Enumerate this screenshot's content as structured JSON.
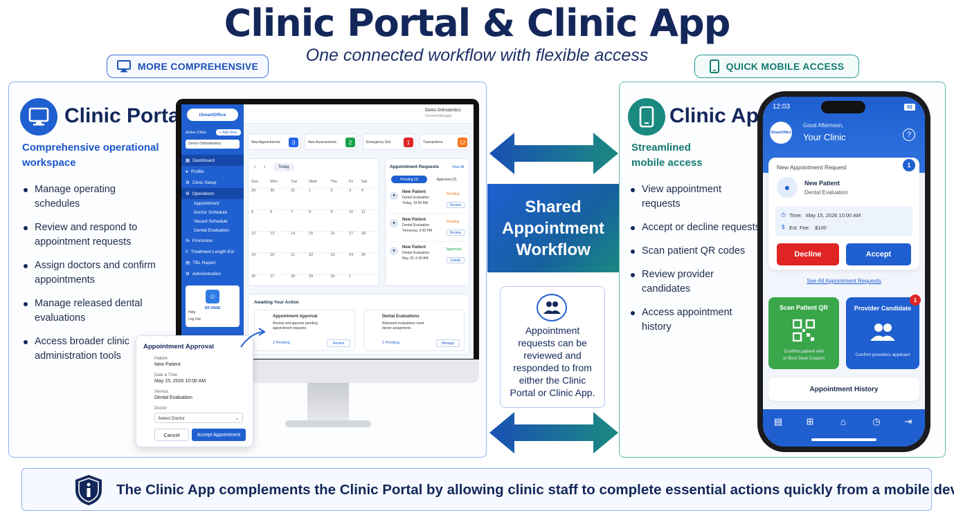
{
  "header": {
    "title": "Clinic Portal & Clinic App",
    "subtitle": "One connected workflow with flexible access",
    "left_pill": "MORE COMPREHENSIVE",
    "right_pill": "QUICK MOBILE ACCESS"
  },
  "portal": {
    "title": "Clinic Portal",
    "subtitle_line1": "Comprehensive operational",
    "subtitle_line2": "workspace",
    "bullets": [
      [
        "Manage operating schedules",
        ""
      ],
      [
        "Review and respond to",
        "appointment requests"
      ],
      [
        "Assign doctors and confirm",
        "appointments"
      ],
      [
        "Manage released dental",
        "evaluations"
      ],
      [
        "Access broader clinic",
        "administration tools"
      ]
    ]
  },
  "desktop": {
    "logo": "iSmartOffice",
    "active_clinic_label": "Active Clinic",
    "add_clinic": "+ Add clinic",
    "clinic_name": "Demo Orthodontics",
    "user_name": "Demo Orthodontics",
    "user_role": "General Manager",
    "nav": [
      "Dashboard",
      "Profile",
      "Clinic Setup",
      "Operations",
      "Appointment",
      "Doctor Schedule",
      "Vacant Schedule",
      "Dental Evaluation",
      "Promotion",
      "Treatment Length Est",
      "TBL Report",
      "Administration"
    ],
    "profile_name": "DR ANNE",
    "help": "Help",
    "logout": "Log Out",
    "stats": [
      {
        "label": "New Appointments",
        "value": "3",
        "color": "#2563eb"
      },
      {
        "label": "New Assessments",
        "value": "2",
        "color": "#16a34a"
      },
      {
        "label": "Emergency Slot",
        "value": "1",
        "color": "#dc2626"
      },
      {
        "label": "Transactions",
        "value": "12",
        "color": "#f97316"
      }
    ],
    "today": "Today",
    "weekdays": [
      "Sun",
      "Mon",
      "Tue",
      "Wed",
      "Thu",
      "Fri",
      "Sat"
    ],
    "calendar": [
      [
        "29",
        "30",
        "31",
        "1",
        "2",
        "3",
        "4"
      ],
      [
        "5",
        "6",
        "7",
        "8",
        "9",
        "10",
        "11"
      ],
      [
        "12",
        "13",
        "14",
        "15",
        "16",
        "17",
        "18"
      ],
      [
        "19",
        "20",
        "21",
        "22",
        "23",
        "24",
        "25"
      ],
      [
        "26",
        "27",
        "28",
        "29",
        "30",
        "1",
        ""
      ]
    ],
    "requests_title": "Appointment Requests",
    "view_all": "View All",
    "pending_tab": "Pending (3)",
    "approved_tab": "Approved (2)",
    "requests": [
      {
        "name": "New Patient",
        "service": "Dental Evaluation",
        "time": "Today, 10:00 AM",
        "status": "Pending",
        "action": "Review"
      },
      {
        "name": "New Patient",
        "service": "Dental Evaluation",
        "time": "Tomorrow, 2:00 PM",
        "status": "Pending",
        "action": "Review"
      },
      {
        "name": "New Patient",
        "service": "Dental Evaluation",
        "time": "May 20, 9:30 AM",
        "status": "Approved",
        "action": "Details"
      }
    ],
    "awaiting_title": "Awaiting Your Action",
    "awaiting": [
      {
        "title": "Appointment Approval",
        "desc1": "Review and approve pending",
        "desc2": "appointment requests.",
        "count": "2 Pending",
        "action": "Review"
      },
      {
        "title": "Dental Evaluations",
        "desc1": "Released evaluations need",
        "desc2": "doctor assignment.",
        "count": "1 Pending",
        "action": "Manage"
      }
    ]
  },
  "approval_popup": {
    "title": "Appointment Approval",
    "patient_label": "Patient",
    "patient": "New Patient",
    "datetime_label": "Date & Time",
    "datetime": "May 15, 2026   10:00 AM",
    "service_label": "Service",
    "service": "Dental Evaluation",
    "doctor_label": "Doctor",
    "doctor_placeholder": "Select Doctor",
    "cancel": "Cancel",
    "accept": "Accept Appointment"
  },
  "middle": {
    "shared_line1": "Shared",
    "shared_line2": "Appointment",
    "shared_line3": "Workflow",
    "note_lines": [
      "Appointment",
      "requests can be",
      "reviewed and",
      "responded to from",
      "either the Clinic",
      "Portal or Clinic App."
    ]
  },
  "app": {
    "title": "Clinic App",
    "subtitle_line1": "Streamlined",
    "subtitle_line2": "mobile access",
    "bullets": [
      "View appointment requests",
      "Accept or decline requests",
      "Scan patient QR codes",
      "Review provider candidates",
      "Access appointment history"
    ]
  },
  "phone": {
    "time": "12:03",
    "battery": "92",
    "logo": "iSmartOffice",
    "greeting": "Good Afternoon,",
    "clinic": "Your Clinic",
    "request_title": "New Appointment Request",
    "request_badge": "1",
    "patient": "New Patient",
    "service": "Dental Evaluation",
    "time_label": "Time:",
    "time_value": "May 15, 2026 10:00 AM",
    "fee_label": "Est. Fee:",
    "fee_value": "$100",
    "decline": "Decline",
    "accept": "Accept",
    "see_all": "See All Appointment Requests",
    "scan_title": "Scan Patient QR",
    "scan_desc1": "Confirm patient visit",
    "scan_desc2": "or Best Deal Coupon",
    "provider_title": "Provider Candidate",
    "provider_badge": "1",
    "provider_desc": "Confirm providers applicant",
    "history": "Appointment History"
  },
  "footer": {
    "text": "The Clinic App complements the Clinic Portal by allowing clinic staff to complete essential actions quickly from a mobile device."
  },
  "colors": {
    "navy": "#13275a",
    "blue": "#1f5fd0",
    "teal": "#137a6f",
    "red": "#e02424",
    "green": "#3aa64a"
  }
}
